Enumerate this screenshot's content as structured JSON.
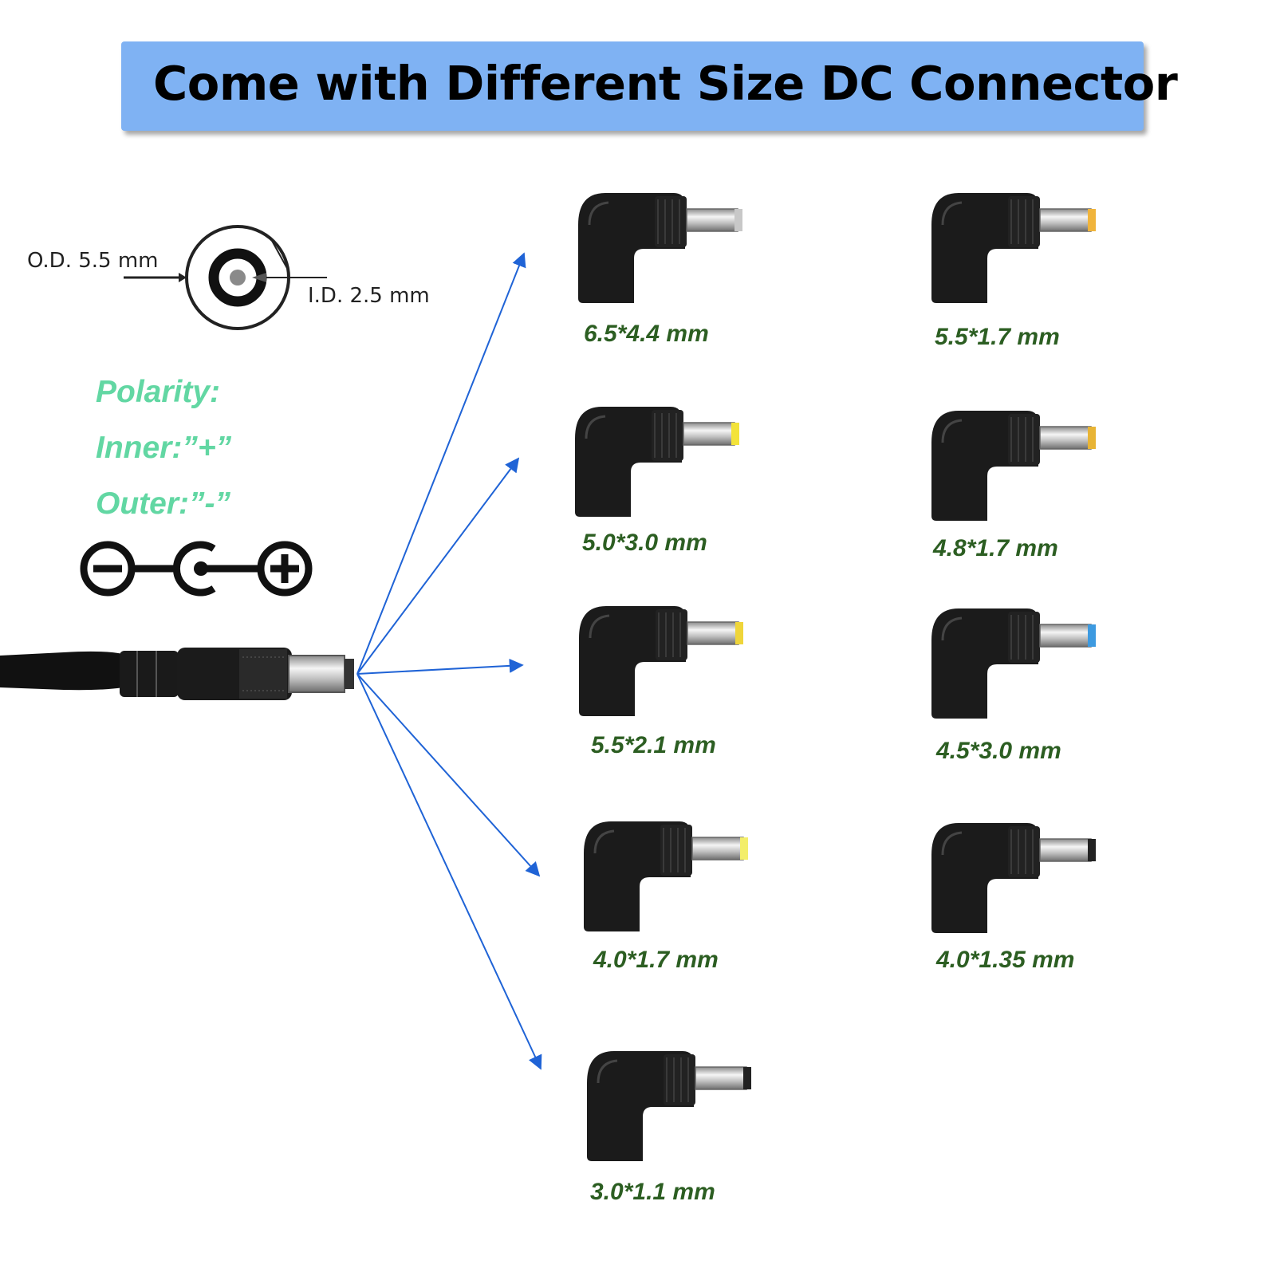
{
  "header": {
    "title": "Come with Different Size DC Connector"
  },
  "diagram": {
    "od_label": "O.D.  5.5 mm",
    "id_label": "I.D.  2.5 mm"
  },
  "polarity": {
    "heading": "Polarity:",
    "inner": "Inner:”+”",
    "outer": "Outer:”-”"
  },
  "tips": [
    {
      "size": "6.5*4.4 mm",
      "pin_color": "#c8c8c8"
    },
    {
      "size": "5.5*1.7 mm",
      "pin_color": "#f0b43c"
    },
    {
      "size": "5.0*3.0 mm",
      "pin_color": "#f3e33a"
    },
    {
      "size": "4.8*1.7 mm",
      "pin_color": "#e8b435"
    },
    {
      "size": "5.5*2.1 mm",
      "pin_color": "#efd53a"
    },
    {
      "size": "4.5*3.0 mm",
      "pin_color": "#3d9ae0"
    },
    {
      "size": "4.0*1.7 mm",
      "pin_color": "#f3ee6a"
    },
    {
      "size": "4.0*1.35 mm",
      "pin_color": "#222222"
    },
    {
      "size": "3.0*1.1 mm",
      "pin_color": "#222222"
    }
  ],
  "colors": {
    "arrow": "#1f63d6",
    "banner": "#7fb2f3",
    "label": "#2c5e22",
    "polarity": "#62d7a3"
  }
}
